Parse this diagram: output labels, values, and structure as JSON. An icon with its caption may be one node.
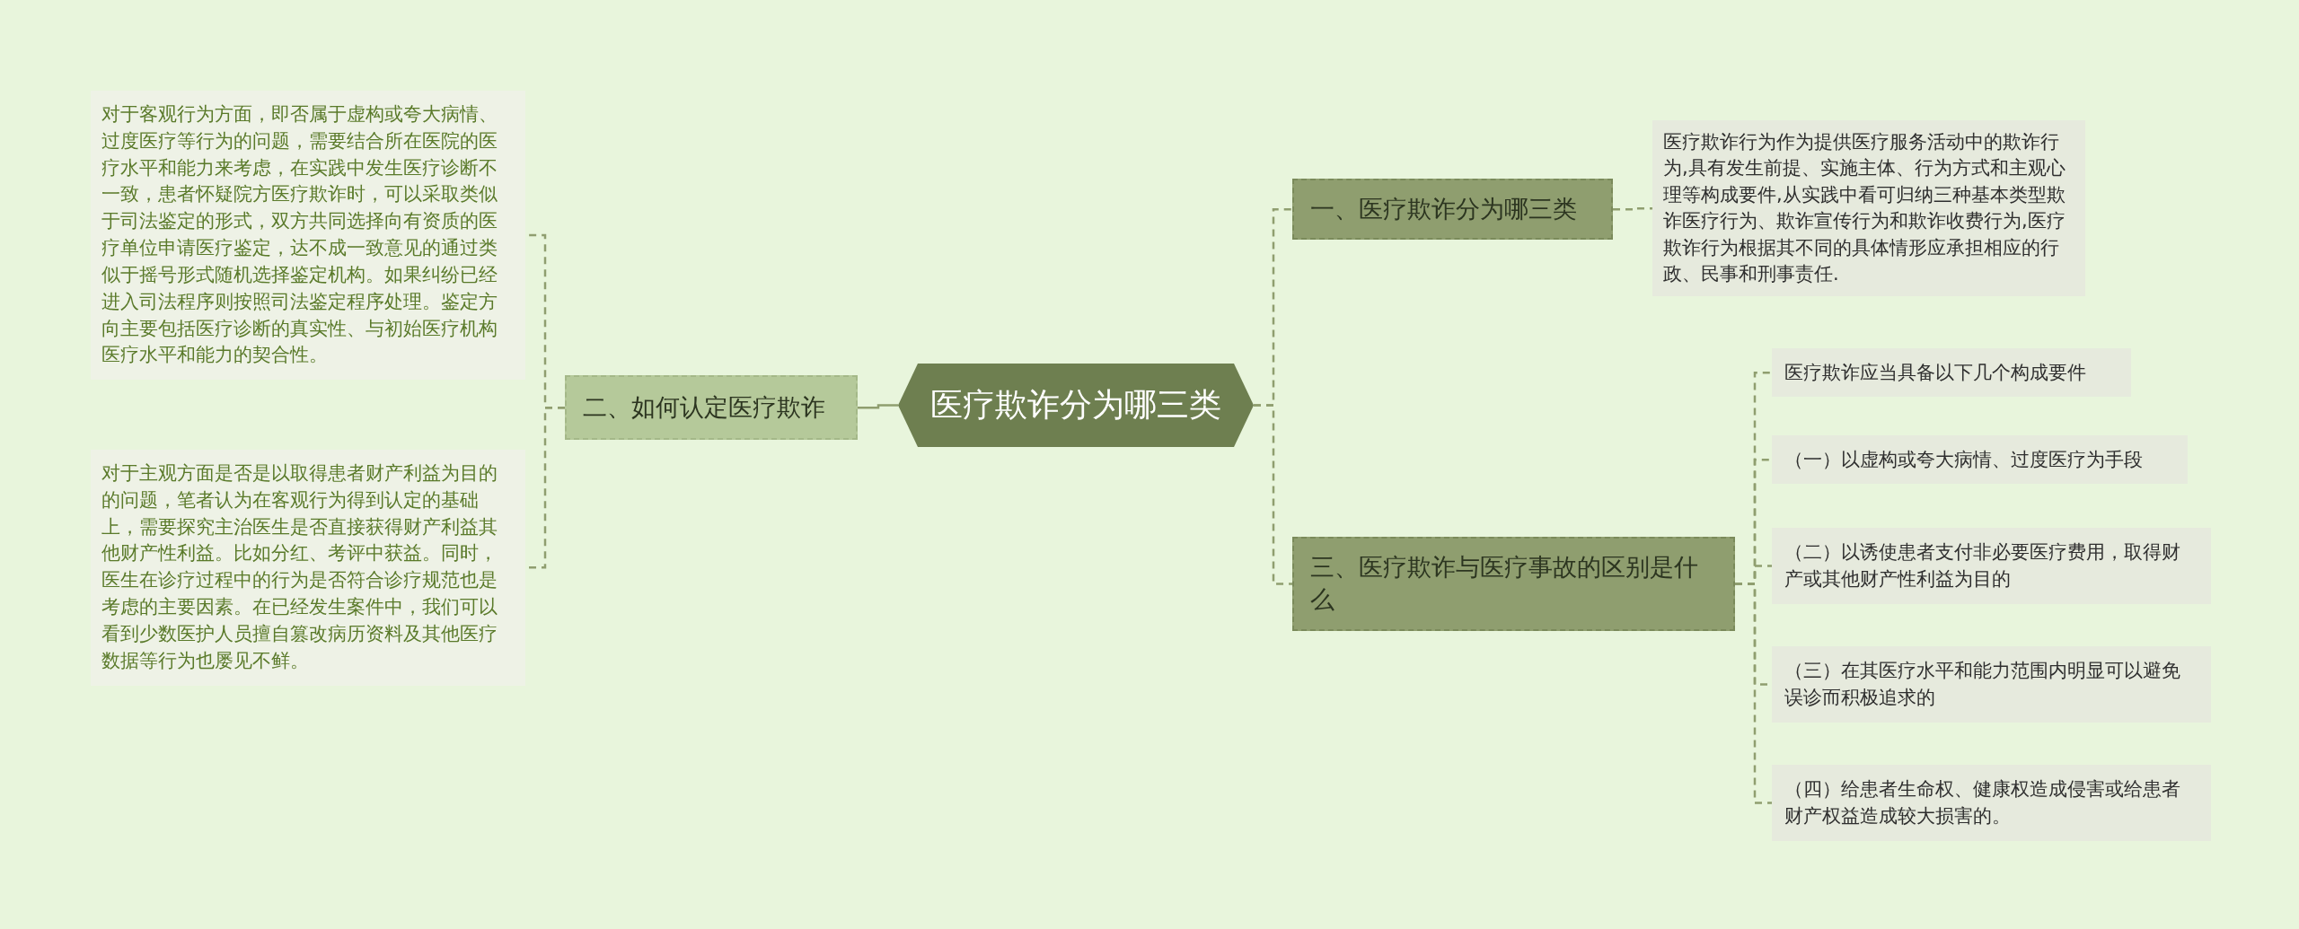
{
  "diagram": {
    "nodes": [
      {
        "text": [
          "医疗欺诈分为哪三类"
        ]
      },
      {
        "text": [
          "一、医疗欺诈分为哪三类"
        ]
      },
      {
        "text": [
          "医疗欺诈行为作为提供医疗服务活动中的欺诈行为,具有发生前提、实施主体、行为方式和主观心理等构成要件,从实践中看可归纳三种基本类型欺诈医疗行为、欺诈宣传行为和欺诈收费行为,医疗欺诈行为根据其不同的具体情形应承担相应的行政、民事和刑事责任."
        ]
      },
      {
        "text": [
          "二、如何认定医疗欺诈"
        ]
      },
      {
        "text": [
          "对于客观行为方面，即否属于虚构或夸大病情、过度医疗等行为的问题，需要结合所在医院的医疗水平和能力来考虑，在实践中发生医疗诊断不一致，患者怀疑院方医疗欺诈时，可以采取类似于司法鉴定的形式，双方共同选择向有资质的医疗单位申请医疗鉴定，达不成一致意见的通过类似于摇号形式随机选择鉴定机构。如果纠纷已经进入司法程序则按照司法鉴定程序处理。鉴定方向主要包括医疗诊断的真实性、与初始医疗机构医疗水平和能力的契合性。"
        ]
      },
      {
        "text": [
          "对于主观方面是否是以取得患者财产利益为目的的问题，笔者认为在客观行为得到认定的基础上，需要探究主治医生是否直接获得财产利益其他财产性利益。比如分红、考评中获益。同时，医生在诊疗过程中的行为是否符合诊疗规范也是考虑的主要因素。在已经发生案件中，我们可以看到少数医护人员擅自篡改病历资料及其他医疗数据等行为也屡见不鲜。"
        ]
      },
      {
        "text": [
          "三、医疗欺诈与医疗事故的区别是什么"
        ]
      },
      {
        "text": [
          "医疗欺诈应当具备以下几个构成要件"
        ]
      },
      {
        "text": [
          "（一）以虚构或夸大病情、过度医疗为手段"
        ]
      },
      {
        "text": [
          "（二）以诱使患者支付非必要医疗费用，取得财产或其他财产性利益为目的"
        ]
      },
      {
        "text": [
          "（三）在其医疗水平和能力范围内明显可以避免误诊而积极追求的"
        ]
      },
      {
        "text": [
          "（四）给患者生命权、健康权造成侵害或给患者财产权益造成较大损害的。"
        ]
      }
    ],
    "edges": [
      {
        "from": 0,
        "to": 1,
        "arrow": "none",
        "style": "dashed"
      },
      {
        "from": 1,
        "to": 2,
        "arrow": "none",
        "style": "dashed"
      },
      {
        "from": 0,
        "to": 3,
        "arrow": "none"
      },
      {
        "from": 3,
        "to": 4,
        "arrow": "none",
        "style": "dashed"
      },
      {
        "from": 3,
        "to": 5,
        "arrow": "none",
        "style": "dashed"
      },
      {
        "from": 0,
        "to": 6,
        "arrow": "none",
        "style": "dashed"
      },
      {
        "from": 6,
        "to": 7,
        "arrow": "none",
        "style": "dashed"
      },
      {
        "from": 6,
        "to": 8,
        "arrow": "none",
        "style": "dashed"
      },
      {
        "from": 6,
        "to": 9,
        "arrow": "none",
        "style": "dashed"
      },
      {
        "from": 6,
        "to": 10,
        "arrow": "none",
        "style": "dashed"
      },
      {
        "from": 6,
        "to": 11,
        "arrow": "none",
        "style": "dashed"
      }
    ]
  }
}
